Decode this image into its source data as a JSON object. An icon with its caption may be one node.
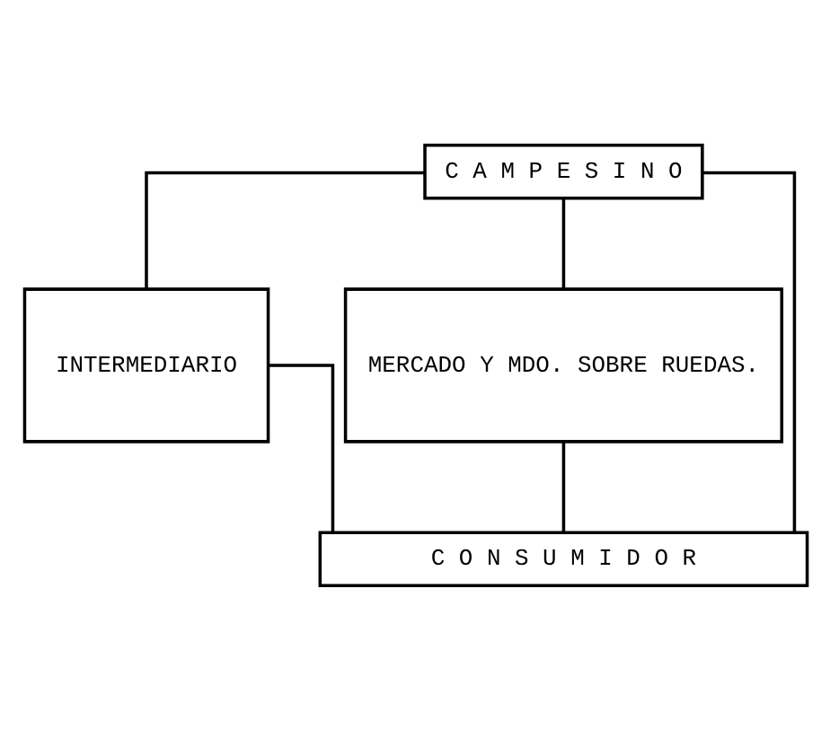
{
  "diagram": {
    "nodes": [
      {
        "text": [
          "C A M P E S I N O"
        ]
      },
      {
        "text": [
          "INTERMEDIARIO"
        ]
      },
      {
        "text": [
          "MERCADO Y MDO. SOBRE RUEDAS."
        ]
      },
      {
        "text": [
          "C O N S U M I D O R"
        ]
      }
    ],
    "edges": [
      {
        "from": 0,
        "to": 1,
        "arrow": "none"
      },
      {
        "from": 0,
        "to": 2,
        "arrow": "none"
      },
      {
        "from": 0,
        "to": 3,
        "arrow": "none"
      },
      {
        "from": 1,
        "to": 3,
        "arrow": "none"
      },
      {
        "from": 2,
        "to": 3,
        "arrow": "none"
      }
    ]
  }
}
